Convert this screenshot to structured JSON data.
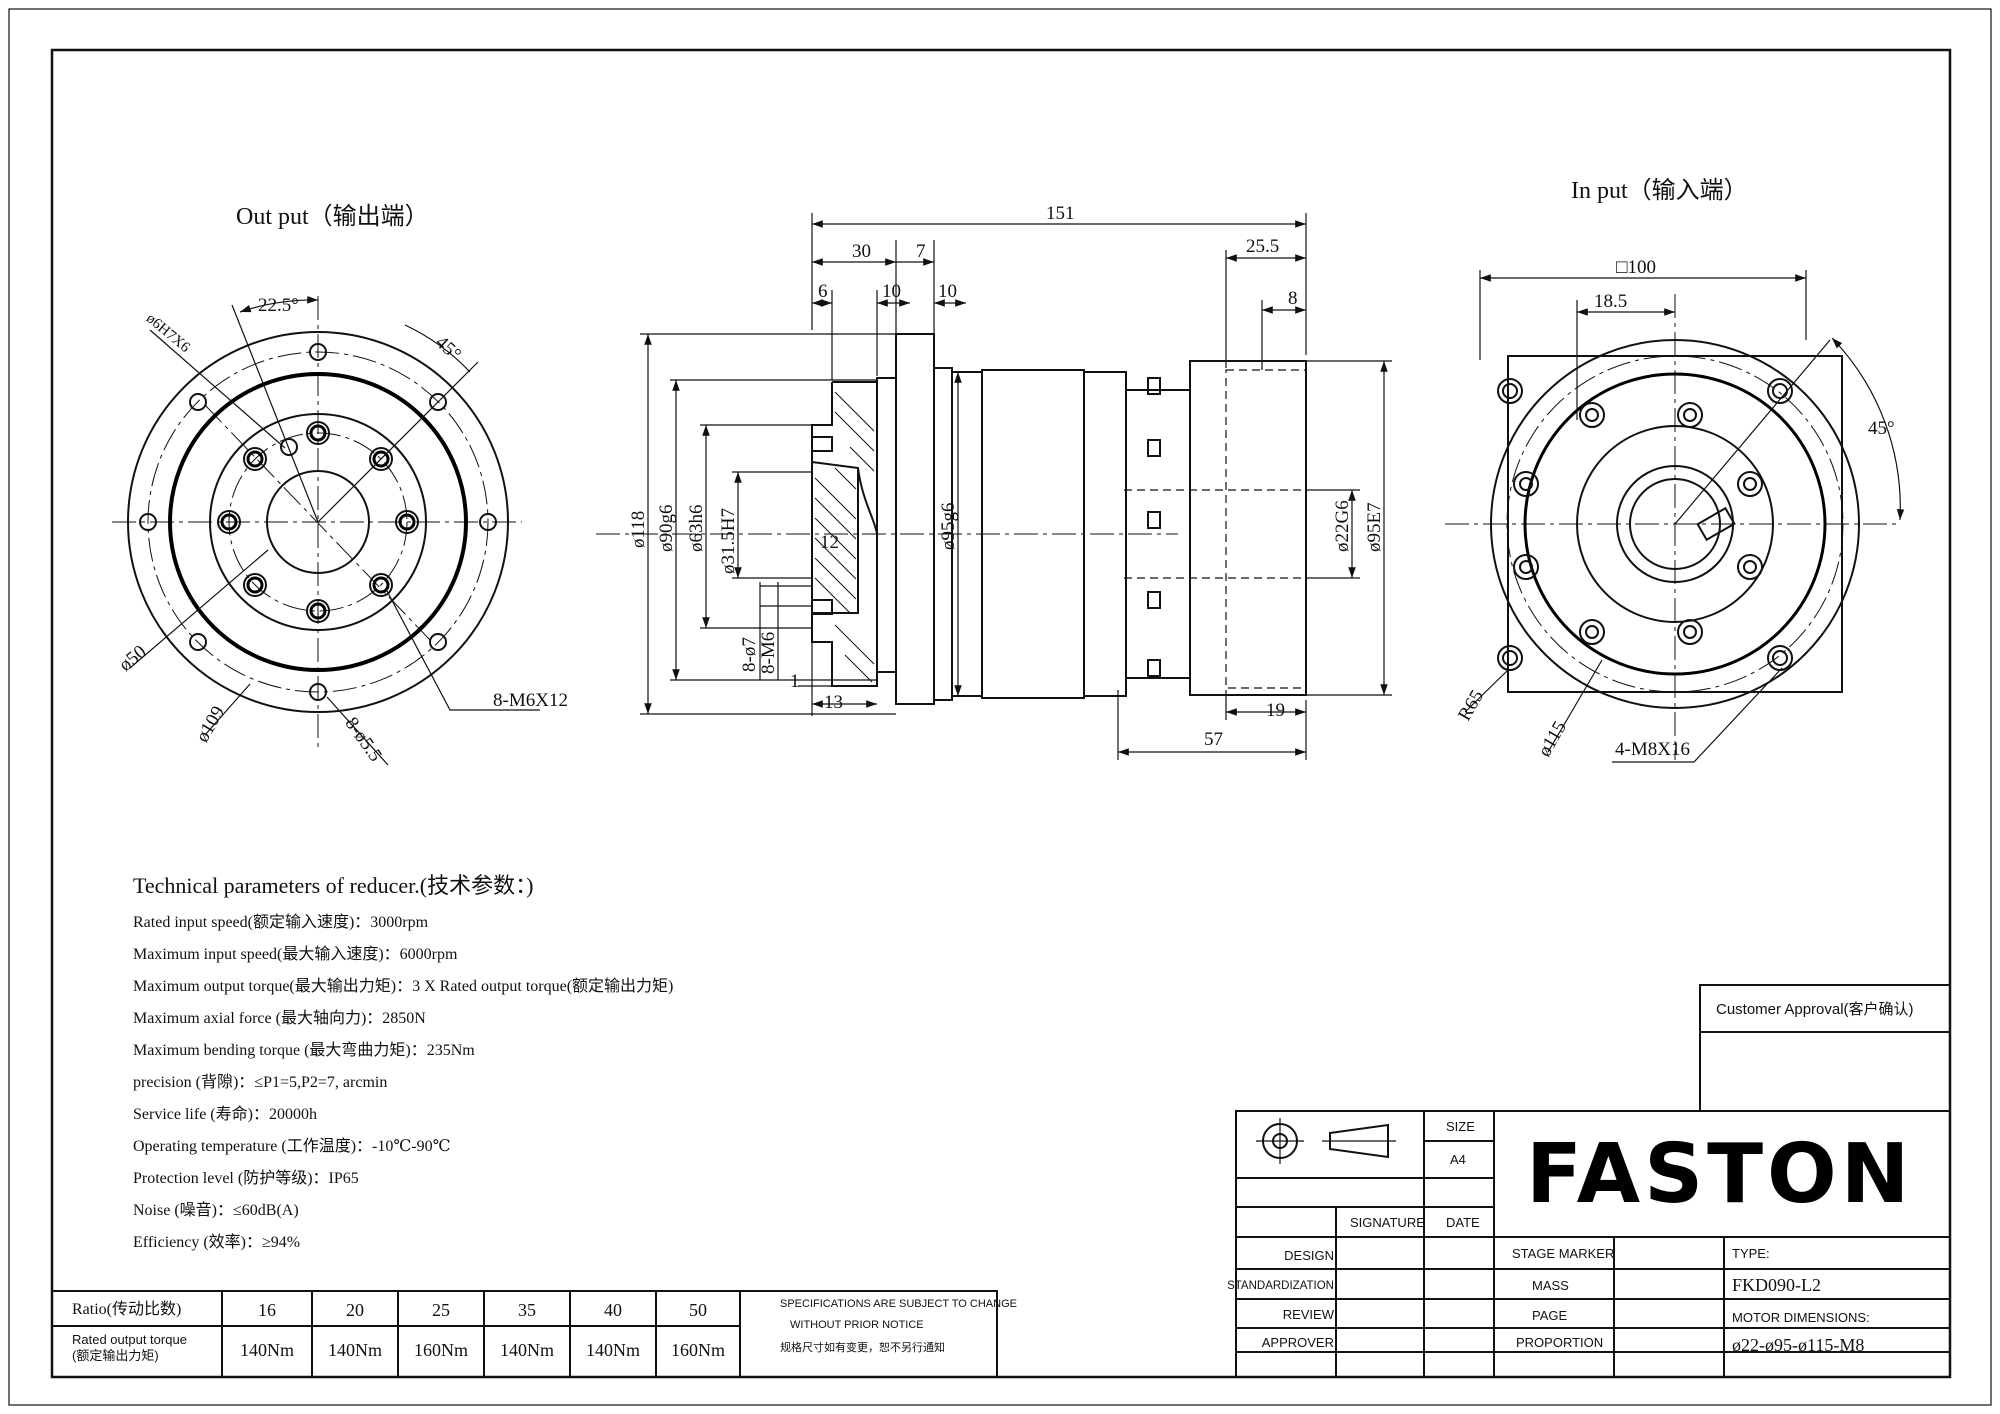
{
  "views": {
    "output_title": "Out put（输出端）",
    "input_title": "In put（输入端）"
  },
  "output_view": {
    "d_pilot_hole": "ø6H7X6",
    "angle_a": "22.5°",
    "angle_b": "45°",
    "d_50": "ø50",
    "d_109": "ø109",
    "holes": "8-ø5.5",
    "thread": "8-M6X12"
  },
  "side_view": {
    "overall": "151",
    "d30": "30",
    "d7": "7",
    "d6": "6",
    "d10a": "10",
    "d10b": "10",
    "d25_5": "25.5",
    "d8": "8",
    "d118": "ø118",
    "d90": "ø90g6",
    "d63": "ø63h6",
    "d31_5": "ø31.5H7",
    "d12": "12",
    "d95g6": "ø95g6",
    "d8_7": "8-ø7",
    "d8_m6": "8-M6",
    "d1": "1",
    "d13": "13",
    "d22": "ø22G6",
    "d95e7": "ø95E7",
    "d19": "19",
    "d57": "57"
  },
  "input_view": {
    "square": "□100",
    "d18_5": "18.5",
    "angle": "45°",
    "r65": "R65",
    "d115": "ø115",
    "thread": "4-M8X16"
  },
  "technical": {
    "heading": "Technical parameters of reducer.(技术参数：)",
    "lines": [
      "Rated input speed(额定输入速度)：3000rpm",
      "Maximum input speed(最大输入速度)：6000rpm",
      "Maximum output torque(最大输出力矩)：3 X Rated output torque(额定输出力矩)",
      "Maximum axial force (最大轴向力)：2850N",
      "Maximum bending torque (最大弯曲力矩)：235Nm",
      "precision (背隙)：≤P1=5,P2=7, arcmin",
      "Service life (寿命)：20000h",
      "Operating temperature (工作温度)：-10℃-90℃",
      "Protection level (防护等级)：IP65",
      "Noise (噪音)：≤60dB(A)",
      "Efficiency (效率)：≥94%"
    ]
  },
  "ratio_table": {
    "ratio_label": "Ratio(传动比数)",
    "torque_label_1": "Rated output torque",
    "torque_label_2": "(额定输出力矩)",
    "ratios": [
      "16",
      "20",
      "25",
      "35",
      "40",
      "50"
    ],
    "torques": [
      "140Nm",
      "140Nm",
      "160Nm",
      "140Nm",
      "140Nm",
      "160Nm"
    ],
    "notice_1": "SPECIFICATIONS ARE SUBJECT TO CHANGE",
    "notice_2": "WITHOUT PRIOR NOTICE",
    "notice_3": "规格尺寸如有变更，恕不另行通知"
  },
  "title_block": {
    "customer_approval": "Customer Approval(客户确认)",
    "size_label": "SIZE",
    "size_value": "A4",
    "signature": "SIGNATURE",
    "date": "DATE",
    "design": "DESIGN",
    "standardization": "STANDARDIZATION",
    "review": "REVIEW",
    "approver": "APPROVER",
    "stage_marker": "STAGE MARKER",
    "mass": "MASS",
    "page": "PAGE",
    "proportion": "PROPORTION",
    "brand": "FASTON",
    "type_label": "TYPE:",
    "type_value": "FKD090-L2",
    "motor_label": "MOTOR DIMENSIONS:",
    "motor_value": "ø22-ø95-ø115-M8"
  }
}
